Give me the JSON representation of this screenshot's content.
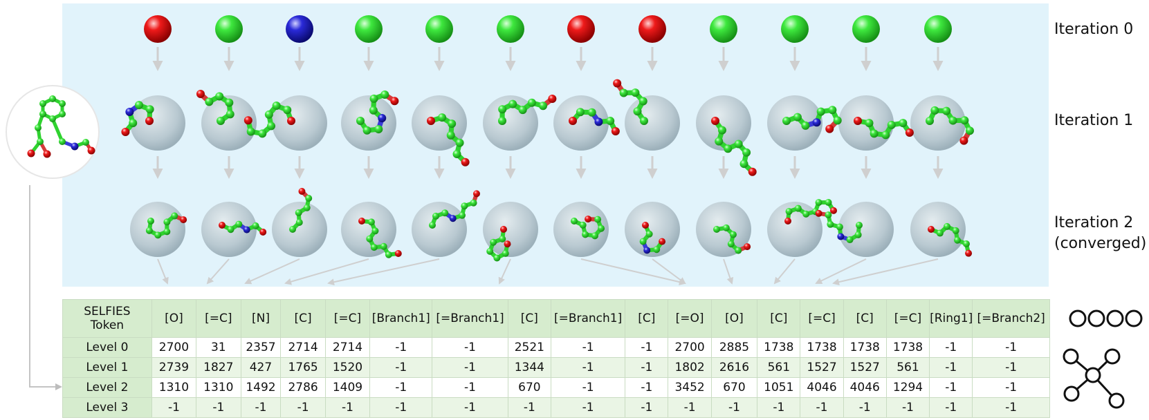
{
  "iterations": [
    "Iteration 0",
    "Iteration 1",
    "Iteration 2",
    "(converged)"
  ],
  "atoms": [
    "O",
    "C",
    "N",
    "C",
    "C",
    "C",
    "O",
    "O",
    "C",
    "C",
    "C",
    "C"
  ],
  "colors": {
    "panel": "#e1f3fb",
    "carbon": "#2fd22f",
    "oxygen": "#e01818",
    "nitrogen": "#2a2ad0",
    "sphere": "#b7c8d0",
    "arrow": "#cfcfcf",
    "header": "#d6ecce",
    "row_alt": "#eaf5e5"
  },
  "table": {
    "header_label": [
      "SELFIES",
      "Token"
    ],
    "tokens": [
      "[O]",
      "[=C]",
      "[N]",
      "[C]",
      "[=C]",
      "[Branch1]",
      "[=Branch1]",
      "[C]",
      "[=Branch1]",
      "[C]",
      "[=O]",
      "[O]",
      "[C]",
      "[=C]",
      "[C]",
      "[=C]",
      "[Ring1]",
      "[=Branch2]"
    ],
    "rows": [
      {
        "label": "Level 0",
        "values": [
          "2700",
          "31",
          "2357",
          "2714",
          "2714",
          "-1",
          "-1",
          "2521",
          "-1",
          "-1",
          "2700",
          "2885",
          "1738",
          "1738",
          "1738",
          "1738",
          "-1",
          "-1"
        ]
      },
      {
        "label": "Level 1",
        "values": [
          "2739",
          "1827",
          "427",
          "1765",
          "1520",
          "-1",
          "-1",
          "1344",
          "-1",
          "-1",
          "1802",
          "2616",
          "561",
          "1527",
          "1527",
          "561",
          "-1",
          "-1"
        ]
      },
      {
        "label": "Level 2",
        "values": [
          "1310",
          "1310",
          "1492",
          "2786",
          "1409",
          "-1",
          "-1",
          "670",
          "-1",
          "-1",
          "3452",
          "670",
          "1051",
          "4046",
          "4046",
          "1294",
          "-1",
          "-1"
        ]
      },
      {
        "label": "Level 3",
        "values": [
          "-1",
          "-1",
          "-1",
          "-1",
          "-1",
          "-1",
          "-1",
          "-1",
          "-1",
          "-1",
          "-1",
          "-1",
          "-1",
          "-1",
          "-1",
          "-1",
          "-1",
          "-1"
        ]
      }
    ]
  },
  "icons": [
    "four-node-chain-icon",
    "star-graph-icon"
  ]
}
